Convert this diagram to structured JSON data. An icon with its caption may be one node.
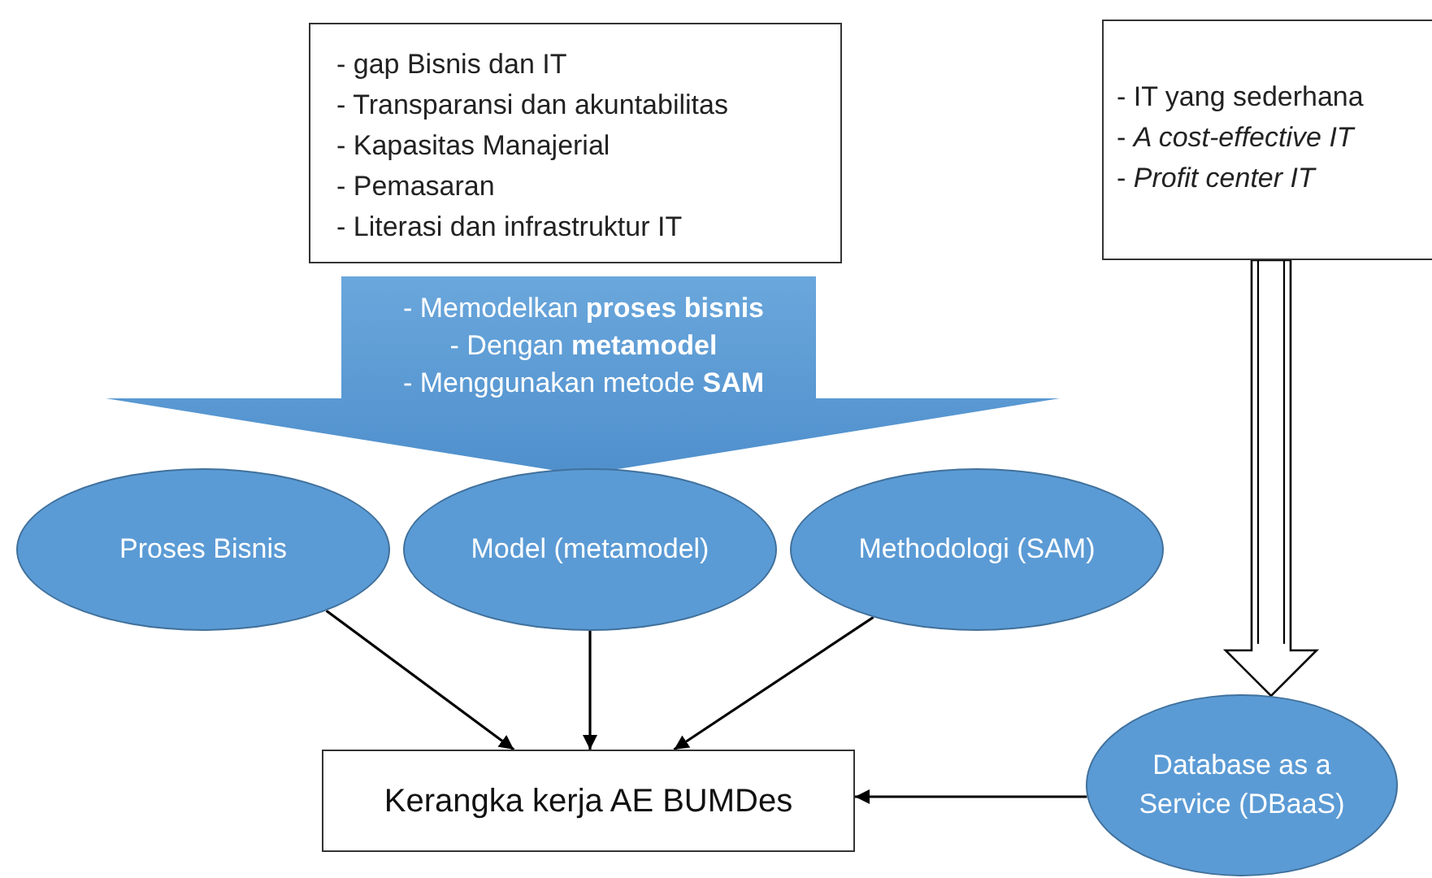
{
  "diagram": {
    "nodes": [
      {
        "text": [
          "- gap Bisnis dan IT",
          "- Transparansi dan akuntabilitas",
          "- Kapasitas Manajerial",
          "- Pemasaran",
          "- Literasi dan infrastruktur IT"
        ]
      },
      {
        "text": [
          "- IT yang sederhana",
          "- *A cost-effective IT*",
          "- *Profit center IT*"
        ]
      },
      {
        "text": [
          "- Memodelkan **proses bisnis**",
          "- Dengan **metamodel**",
          "- Menggunakan metode **SAM**"
        ]
      },
      {
        "text": [
          "Proses Bisnis"
        ]
      },
      {
        "text": [
          "Model (metamodel)"
        ]
      },
      {
        "text": [
          "Methodologi (SAM)"
        ]
      },
      {
        "text": [
          "Kerangka kerja AE BUMDes"
        ]
      },
      {
        "text": [
          "Database as a Service (DBaaS)"
        ]
      }
    ],
    "edges": [
      {
        "from": 3,
        "to": 6,
        "arrow": "to"
      },
      {
        "from": 4,
        "to": 6,
        "arrow": "to"
      },
      {
        "from": 5,
        "to": 6,
        "arrow": "to"
      },
      {
        "from": 7,
        "to": 6,
        "arrow": "to"
      },
      {
        "from": 1,
        "to": 7,
        "arrow": "to",
        "style": "thick"
      }
    ]
  }
}
